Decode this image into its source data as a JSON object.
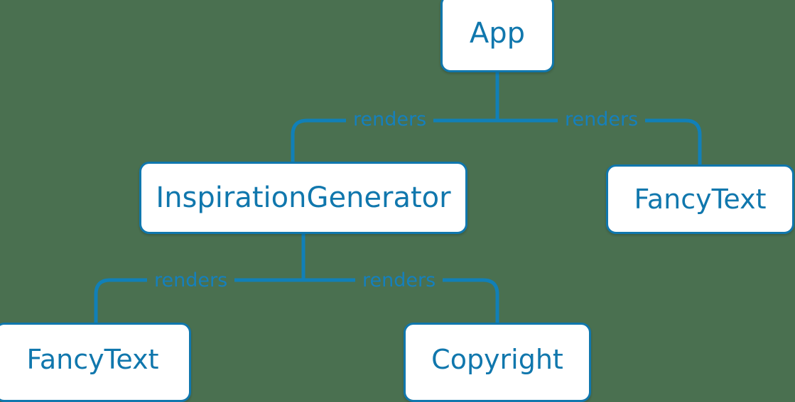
{
  "diagram": {
    "type": "component-tree",
    "background_color": "#4a7050",
    "accent_color": "#1077ad",
    "line_color": "#1180b8",
    "node_fill": "#ffffff",
    "nodes": [
      {
        "id": "app",
        "label": "App"
      },
      {
        "id": "inspiration-generator",
        "label": "InspirationGenerator"
      },
      {
        "id": "fancytext-right",
        "label": "FancyText"
      },
      {
        "id": "fancytext-left",
        "label": "FancyText"
      },
      {
        "id": "copyright",
        "label": "Copyright"
      }
    ],
    "edges": [
      {
        "id": "app-inspiration",
        "from": "app",
        "to": "inspiration-generator",
        "label": "renders"
      },
      {
        "id": "app-fancytext",
        "from": "app",
        "to": "fancytext-right",
        "label": "renders"
      },
      {
        "id": "ig-fancytext",
        "from": "inspiration-generator",
        "to": "fancytext-left",
        "label": "renders"
      },
      {
        "id": "ig-copyright",
        "from": "inspiration-generator",
        "to": "copyright",
        "label": "renders"
      }
    ]
  }
}
